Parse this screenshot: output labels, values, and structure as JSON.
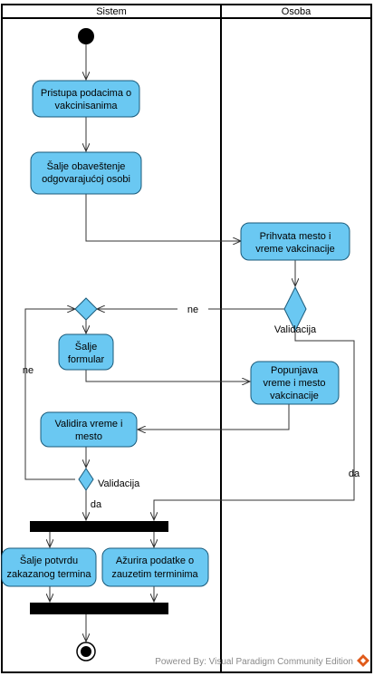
{
  "swimlanes": [
    "Sistem",
    "Osoba"
  ],
  "activities": {
    "pristupa": [
      "Pristupa podacima o",
      "vakcinisanima"
    ],
    "salje_obav": [
      "Šalje obaveštenje",
      "odgovarajućoj osobi"
    ],
    "prihvata": [
      "Prihvata mesto i",
      "vreme vakcinacije"
    ],
    "salje_form": [
      "Šalje",
      "formular"
    ],
    "popunjava": [
      "Popunjava",
      "vreme i mesto",
      "vakcinacije"
    ],
    "validira": [
      "Validira vreme i",
      "mesto"
    ],
    "salje_potvrdu": [
      "Šalje potvrdu",
      "zakazanog termina"
    ],
    "azurira": [
      "Ažurira podatke o",
      "zauzetim terminima"
    ]
  },
  "decisions": {
    "validacija_osoba": "Validacija",
    "validacija_sistem": "Validacija"
  },
  "guards": {
    "ne_top": "ne",
    "ne_left": "ne",
    "da_right": "da",
    "da_bottom": "da"
  },
  "watermark": "Powered By: Visual Paradigm Community Edition"
}
